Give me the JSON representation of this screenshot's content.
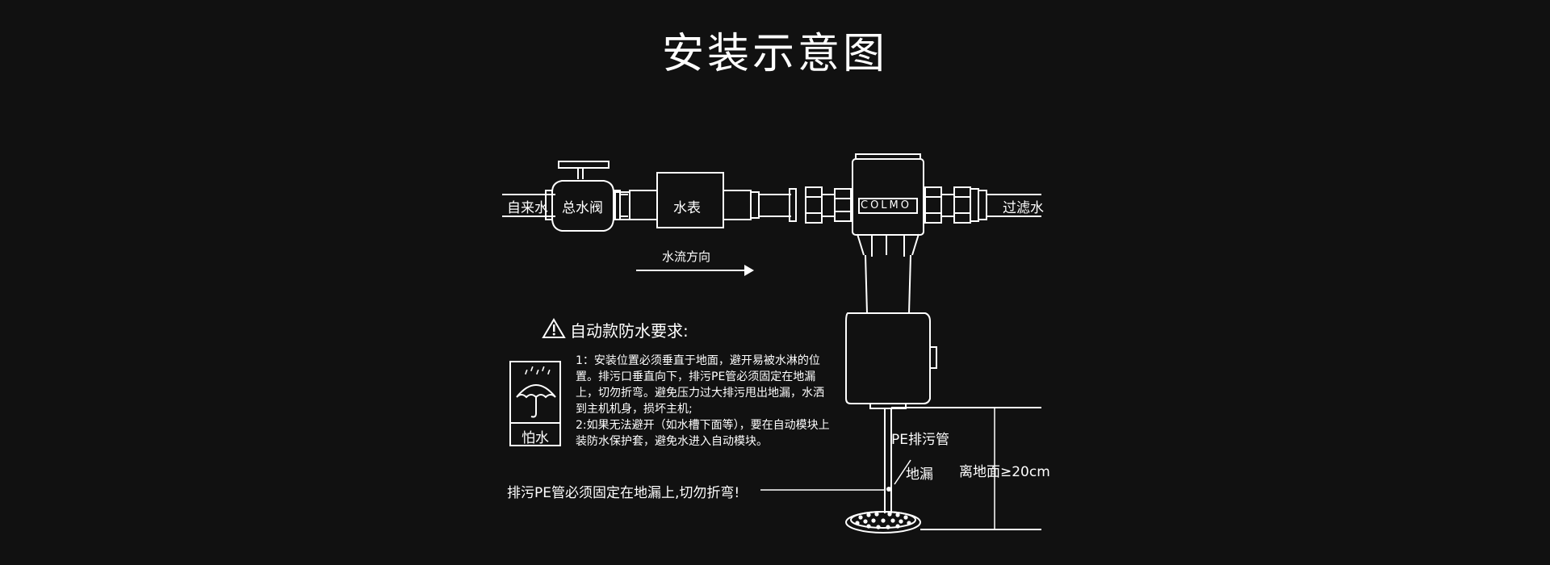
{
  "title": "安装示意图",
  "labels": {
    "inlet": "自来水",
    "main_valve": "总水阀",
    "water_meter": "水表",
    "outlet": "过滤水",
    "brand": "COLMO",
    "flow_direction": "水流方向",
    "pe_pipe": "PE排污管",
    "floor_drain": "地漏",
    "height": "离地面≥20cm",
    "pe_pipe_note": "排污PE管必须固定在地漏上,切勿折弯!"
  },
  "waterproof": {
    "heading": "自动款防水要求:",
    "icon_label": "怕水",
    "note1": "1：安装位置必须垂直于地面，避开易被水淋的位置。排污口垂直向下，排污PE管必须固定在地漏上，切勿折弯。避免压力过大排污甩出地漏，水洒到主机机身，损坏主机;",
    "note2": "2:如果无法避开（如水槽下面等），要在自动模块上装防水保护套，避免水进入自动模块。"
  },
  "colors": {
    "background": "#111111",
    "line": "#ffffff"
  },
  "icons": [
    "warning-icon",
    "umbrella-rain-icon",
    "arrow-right-icon"
  ]
}
